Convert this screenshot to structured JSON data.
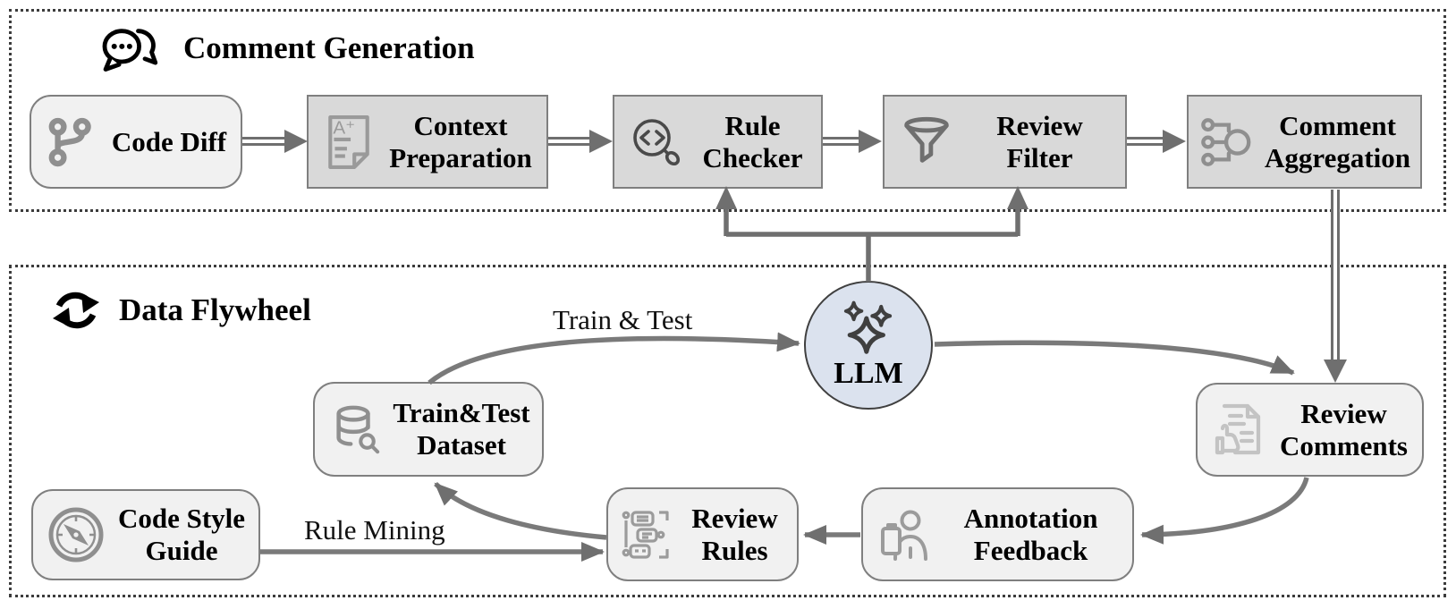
{
  "sections": [
    {
      "id": "comment-generation",
      "title": "Comment Generation",
      "icon": "chat-bubbles-icon"
    },
    {
      "id": "data-flywheel",
      "title": "Data Flywheel",
      "icon": "cycle-arrows-icon"
    }
  ],
  "pipeline_nodes": [
    {
      "label": "Code Diff",
      "icon": "git-branch-icon",
      "shape": "rounded"
    },
    {
      "label": "Context Preparation",
      "icon": "document-a-plus-icon",
      "shape": "rect"
    },
    {
      "label": "Rule Checker",
      "icon": "code-magnifier-icon",
      "shape": "rect"
    },
    {
      "label": "Review Filter",
      "icon": "funnel-icon",
      "shape": "rect"
    },
    {
      "label": "Comment Aggregation",
      "icon": "merge-nodes-icon",
      "shape": "rect"
    }
  ],
  "flywheel_nodes": [
    {
      "label": "LLM",
      "icon": "sparkles-icon",
      "shape": "circle"
    },
    {
      "label": "Train&Test Dataset",
      "icon": "database-search-icon",
      "shape": "rounded"
    },
    {
      "label": "Code Style Guide",
      "icon": "compass-icon",
      "shape": "rounded"
    },
    {
      "label": "Review Rules",
      "icon": "rule-list-icon",
      "shape": "rounded"
    },
    {
      "label": "Annotation Feedback",
      "icon": "person-clipboard-icon",
      "shape": "rounded"
    },
    {
      "label": "Review Comments",
      "icon": "document-thumbs-up-icon",
      "shape": "rounded"
    }
  ],
  "edges": [
    {
      "from": "Code Diff",
      "to": "Context Preparation",
      "style": "double"
    },
    {
      "from": "Context Preparation",
      "to": "Rule Checker",
      "style": "double"
    },
    {
      "from": "Rule Checker",
      "to": "Review Filter",
      "style": "double"
    },
    {
      "from": "Review Filter",
      "to": "Comment Aggregation",
      "style": "double"
    },
    {
      "from": "LLM",
      "to": "Rule Checker",
      "style": "single"
    },
    {
      "from": "LLM",
      "to": "Review Filter",
      "style": "single"
    },
    {
      "from": "Comment Aggregation",
      "to": "Review Comments",
      "style": "double"
    },
    {
      "from": "Train&Test Dataset",
      "to": "LLM",
      "style": "single",
      "label": "Train & Test"
    },
    {
      "from": "LLM",
      "to": "Review Comments",
      "style": "single"
    },
    {
      "from": "Review Comments",
      "to": "Annotation Feedback",
      "style": "single"
    },
    {
      "from": "Annotation Feedback",
      "to": "Review Rules",
      "style": "single"
    },
    {
      "from": "Review Rules",
      "to": "Train&Test Dataset",
      "style": "single"
    },
    {
      "from": "Code Style Guide",
      "to": "Review Rules",
      "style": "single",
      "label": "Rule Mining"
    }
  ],
  "colors": {
    "process_box_fill": "#d9d9d9",
    "artifact_box_fill": "#f1f1f1",
    "node_border": "#7f7f7f",
    "llm_fill": "#dbe2ee",
    "llm_border": "#404040",
    "arrow": "#6f6f6f",
    "container_border": "#3c3c3c",
    "icon_gray": "#8f8f8f",
    "icon_dark": "#4a4a4a",
    "icon_light": "#c3c3c3",
    "text": "#000000"
  }
}
